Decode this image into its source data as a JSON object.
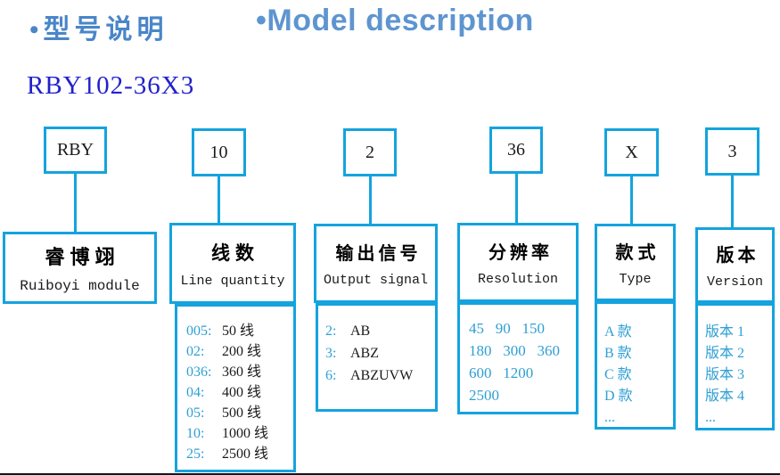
{
  "page": {
    "title_zh": "•型号说明",
    "title_en": "•Model description",
    "model_code": "RBY102-36X3"
  },
  "colors": {
    "accent_border": "#14a3de",
    "accent_text": "#2e9fd4",
    "title_zh": "#4a86c8",
    "title_en": "#5e95d0",
    "model_code": "#2121cb",
    "ink": "#1a1a1a"
  },
  "columns": [
    {
      "code": "RBY",
      "header_zh": "睿博翊",
      "header_en": "Ruiboyi module",
      "items": [],
      "lines": []
    },
    {
      "code": "10",
      "header_zh": "线数",
      "header_en": "Line quantity",
      "items": [
        {
          "key": "005:",
          "value": "50 线"
        },
        {
          "key": "02:",
          "value": "200 线"
        },
        {
          "key": "036:",
          "value": "360 线"
        },
        {
          "key": "04:",
          "value": "400 线"
        },
        {
          "key": "05:",
          "value": "500 线"
        },
        {
          "key": "10:",
          "value": "1000 线"
        },
        {
          "key": "25:",
          "value": "2500 线"
        }
      ],
      "lines": []
    },
    {
      "code": "2",
      "header_zh": "输出信号",
      "header_en": "Output signal",
      "items": [
        {
          "key": "2:",
          "value": "AB"
        },
        {
          "key": "3:",
          "value": "ABZ"
        },
        {
          "key": "6:",
          "value": "ABZUVW"
        }
      ],
      "lines": []
    },
    {
      "code": "36",
      "header_zh": "分辨率",
      "header_en": "Resolution",
      "items": [],
      "lines": [
        "45   90   150",
        "180   300   360",
        "600   1200",
        "2500"
      ]
    },
    {
      "code": "X",
      "header_zh": "款式",
      "header_en": "Type",
      "items": [],
      "lines": [
        "A 款",
        "B 款",
        "C 款",
        "D 款",
        "..."
      ]
    },
    {
      "code": "3",
      "header_zh": "版本",
      "header_en": "Version",
      "items": [],
      "lines": [
        "版本 1",
        "版本 2",
        "版本 3",
        "版本 4",
        "..."
      ]
    }
  ]
}
